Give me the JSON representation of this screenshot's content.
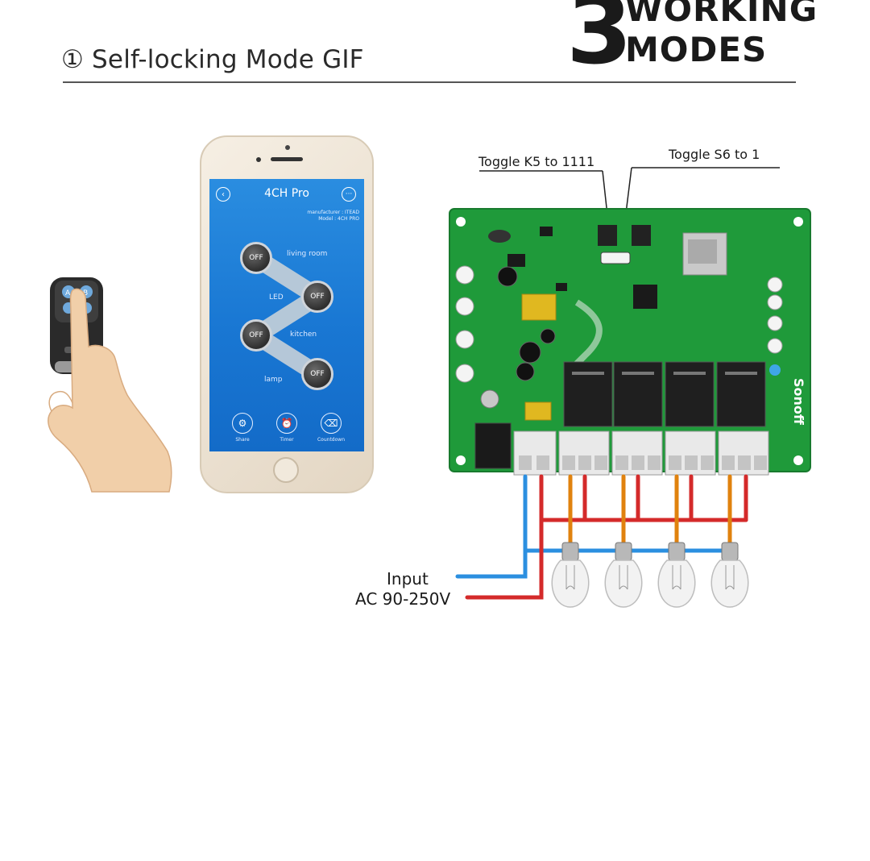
{
  "header": {
    "mode_title": "① Self-locking Mode GIF",
    "badge_number": "3",
    "badge_line1": "WORKING",
    "badge_line2": "MODES"
  },
  "phone_app": {
    "title": "4CH Pro",
    "meta_line1": "manufacturer : ITEAD",
    "meta_line2": "Model : 4CH PRO",
    "devices": [
      {
        "state": "OFF",
        "room": "living room"
      },
      {
        "state": "OFF",
        "room": "LED"
      },
      {
        "state": "OFF",
        "room": "kitchen"
      },
      {
        "state": "OFF",
        "room": "lamp"
      }
    ],
    "tabs": [
      {
        "label": "Share",
        "icon": "share-icon"
      },
      {
        "label": "Timer",
        "icon": "alarm-clock-icon"
      },
      {
        "label": "Countdown",
        "icon": "tag-icon"
      }
    ]
  },
  "board": {
    "brand": "Sonoff",
    "annotation_k5": "Toggle K5 to 1111",
    "annotation_s6": "Toggle S6 to 1"
  },
  "wiring": {
    "input_label": "Input",
    "voltage_label": "AC 90-250V",
    "bulb_count": 4,
    "colors": {
      "neutral": "#2b8fe0",
      "live": "#d42a2a",
      "load": "#e0820e",
      "board": "#1f9a3a"
    }
  }
}
